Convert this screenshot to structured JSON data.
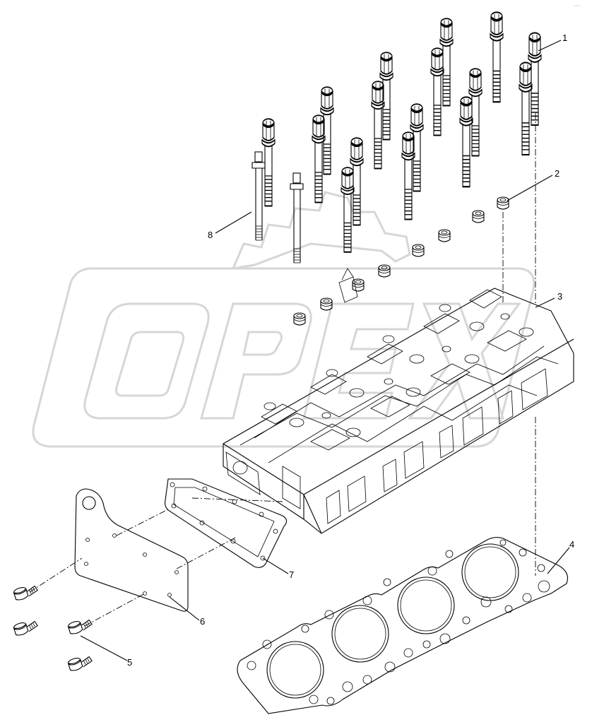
{
  "watermark": {
    "text": "OPEX"
  },
  "corner_tag": "~~~",
  "callouts": [
    {
      "id": "1",
      "label": "1"
    },
    {
      "id": "2",
      "label": "2"
    },
    {
      "id": "3",
      "label": "3"
    },
    {
      "id": "4",
      "label": "4"
    },
    {
      "id": "5",
      "label": "5"
    },
    {
      "id": "6",
      "label": "6"
    },
    {
      "id": "7",
      "label": "7"
    },
    {
      "id": "8",
      "label": "8"
    }
  ]
}
